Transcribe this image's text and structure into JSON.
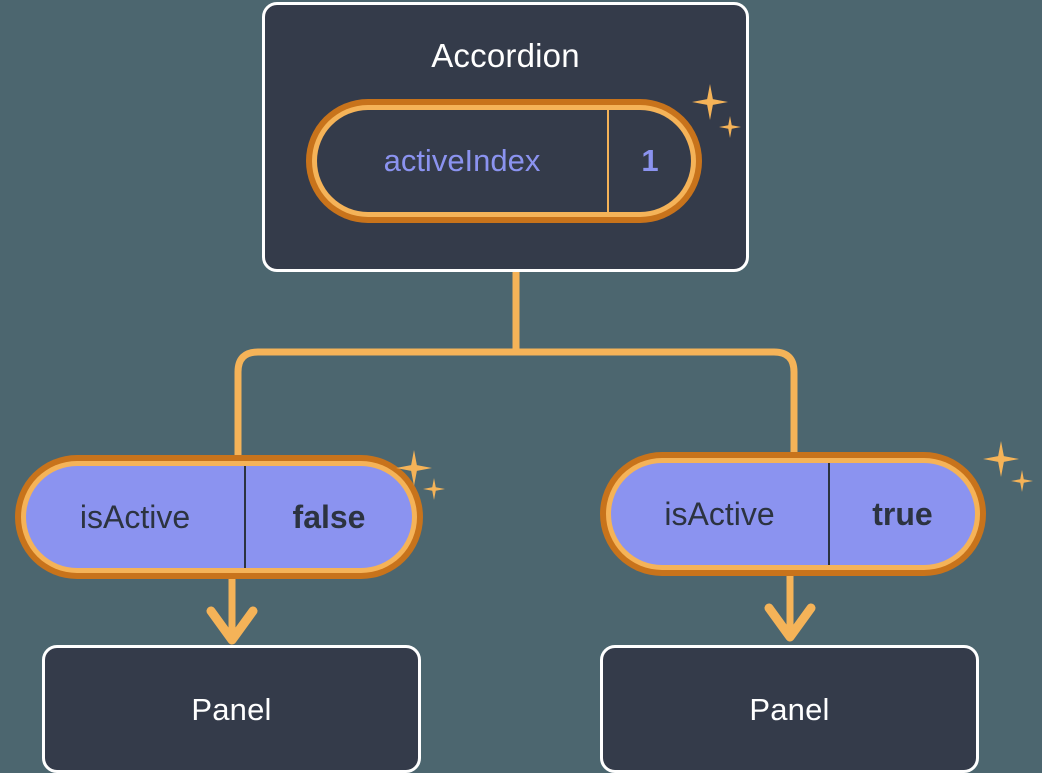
{
  "theme": {
    "background": "#4c666f",
    "card_bg": "#343b4a",
    "card_border": "#ffffff",
    "ring_outer": "#c8731b",
    "ring_inner": "#f5b358",
    "accent": "#f5b358",
    "value_purple": "#8b93f0",
    "text_dark": "#2c3340"
  },
  "diagram": {
    "type": "component-tree",
    "root": {
      "title": "Accordion",
      "prop": {
        "key": "activeIndex",
        "value": "1"
      }
    },
    "branches": [
      {
        "prop": {
          "key": "isActive",
          "value": "false"
        },
        "child": {
          "title": "Panel"
        }
      },
      {
        "prop": {
          "key": "isActive",
          "value": "true"
        },
        "child": {
          "title": "Panel"
        }
      }
    ],
    "decorations": {
      "sparkle_label": "sparkle-icon",
      "arrow_label": "arrow-down-icon"
    }
  }
}
